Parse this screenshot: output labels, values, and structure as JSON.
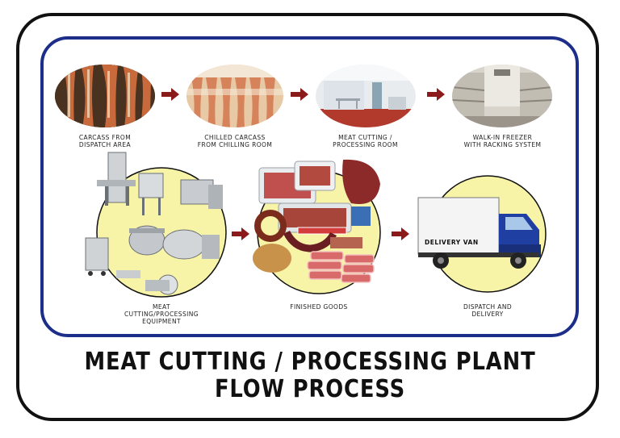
{
  "stages": [
    {
      "id": "carcass",
      "caption": "Carcass from\nDispatch Area"
    },
    {
      "id": "chilled",
      "caption": "Chilled Carcass\nfrom Chilling Room"
    },
    {
      "id": "cutting",
      "caption": "Meat Cutting /\nProcessing Room"
    },
    {
      "id": "freezer",
      "caption": "Walk-in Freezer\nwith Racking System"
    },
    {
      "id": "equipment",
      "caption": "Meat\nCutting/Processing\nEquipment"
    },
    {
      "id": "goods",
      "caption": "Finished Goods"
    },
    {
      "id": "dispatch",
      "caption": "Dispatch and\nDelivery"
    }
  ],
  "van_label": "DELIVERY VAN",
  "title_line1": "MEAT CUTTING / PROCESSING PLANT",
  "title_line2": "FLOW PROCESS",
  "colors": {
    "frame": "#111111",
    "inner_border": "#1c2e8a",
    "arrow": "#8b1a1a",
    "spot": "#f7f4a8"
  }
}
